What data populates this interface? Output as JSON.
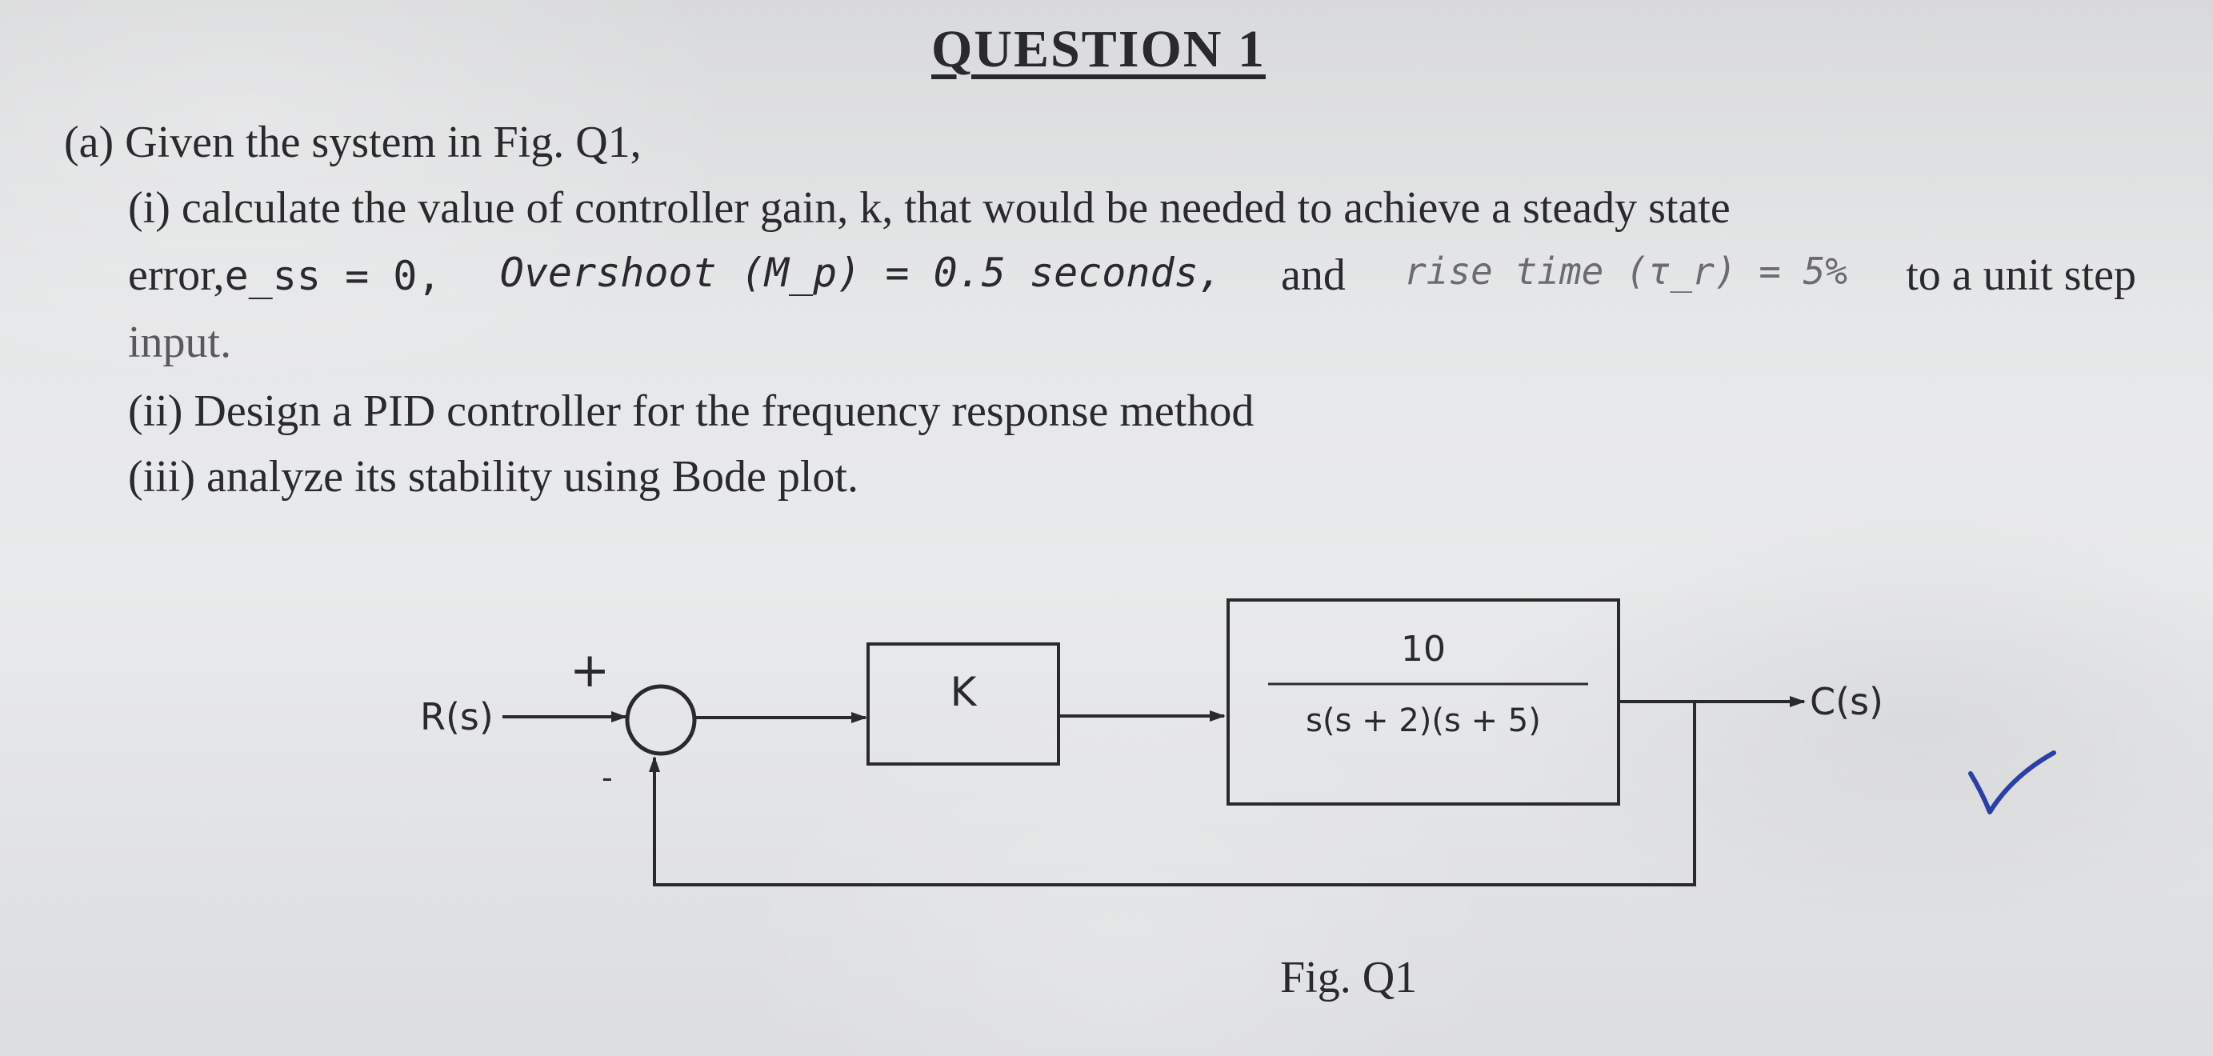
{
  "question": {
    "title": "QUESTION 1",
    "part_a": "(a) Given the system in Fig. Q1,",
    "part_i_line1": "(i)  calculate the value of controller gain, k, that would be needed to achieve a steady state",
    "part_i_line2": {
      "prefix": "error,",
      "ess": "e_ss = 0,",
      "overshoot": "Overshoot (M_p) = 0.5 seconds,",
      "and": "and",
      "rise_time": "rise time (τ_r) = 5%",
      "suffix": "to a unit step"
    },
    "part_i_line3": "input.",
    "part_ii": "(ii) Design a PID controller for the frequency response method",
    "part_iii": "(iii) analyze its stability using Bode plot."
  },
  "diagram": {
    "input_label": "R(s)",
    "output_label": "C(s)",
    "plus_sign": "+",
    "minus_sign": "-",
    "controller_label": "K",
    "plant_numerator": "10",
    "plant_denominator": "s(s + 2)(s + 5)",
    "caption": "Fig. Q1"
  },
  "annotations": {
    "checkmark_color": "#2b3fa8"
  }
}
